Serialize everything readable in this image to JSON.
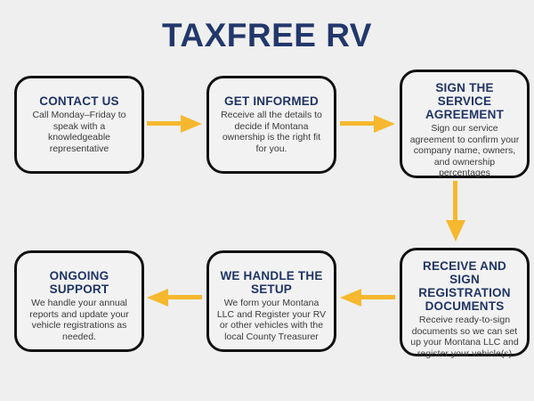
{
  "page": {
    "title": "TAXFREE RV",
    "background_color": "#efefef",
    "title_color": "#22376b",
    "heading_color": "#1f3464",
    "body_color": "#3a3a3a",
    "box_fill_color": "#f2f2f2",
    "box_border_color": "#111111",
    "arrow_color": "#f5b82e"
  },
  "flow": {
    "steps": [
      {
        "id": "contact-us",
        "heading": "CONTACT US",
        "body": "Call Monday–Friday to speak with a knowledgeable representative"
      },
      {
        "id": "get-informed",
        "heading": "GET INFORMED",
        "body": "Receive all the details to decide if Montana ownership is the right fit for you."
      },
      {
        "id": "sign-the-service-agreement",
        "heading": "SIGN THE SERVICE AGREEMENT",
        "body": "Sign our service agreement to confirm your company name, owners, and ownership percentages"
      },
      {
        "id": "receive-and-sign-registration-documents",
        "heading": "RECEIVE AND SIGN REGISTRATION DOCUMENTS",
        "body": "Receive ready-to-sign documents so we can set up your Montana LLC and register your vehicle(s)"
      },
      {
        "id": "we-handle-the-setup",
        "heading": "WE HANDLE THE SETUP",
        "body": "We form your Montana LLC and Register your RV or other vehicles with the local County Treasurer"
      },
      {
        "id": "ongoing-support",
        "heading": "ONGOING SUPPORT",
        "body": "We handle your annual reports and update your vehicle registrations as needed."
      }
    ],
    "connectors": [
      {
        "id": "contact-us-to-get-informed",
        "direction": "right"
      },
      {
        "id": "get-informed-to-sign-agreement",
        "direction": "right"
      },
      {
        "id": "sign-agreement-to-registration-documents",
        "direction": "down"
      },
      {
        "id": "registration-documents-to-we-handle-setup",
        "direction": "left"
      },
      {
        "id": "we-handle-setup-to-ongoing-support",
        "direction": "left"
      }
    ]
  }
}
